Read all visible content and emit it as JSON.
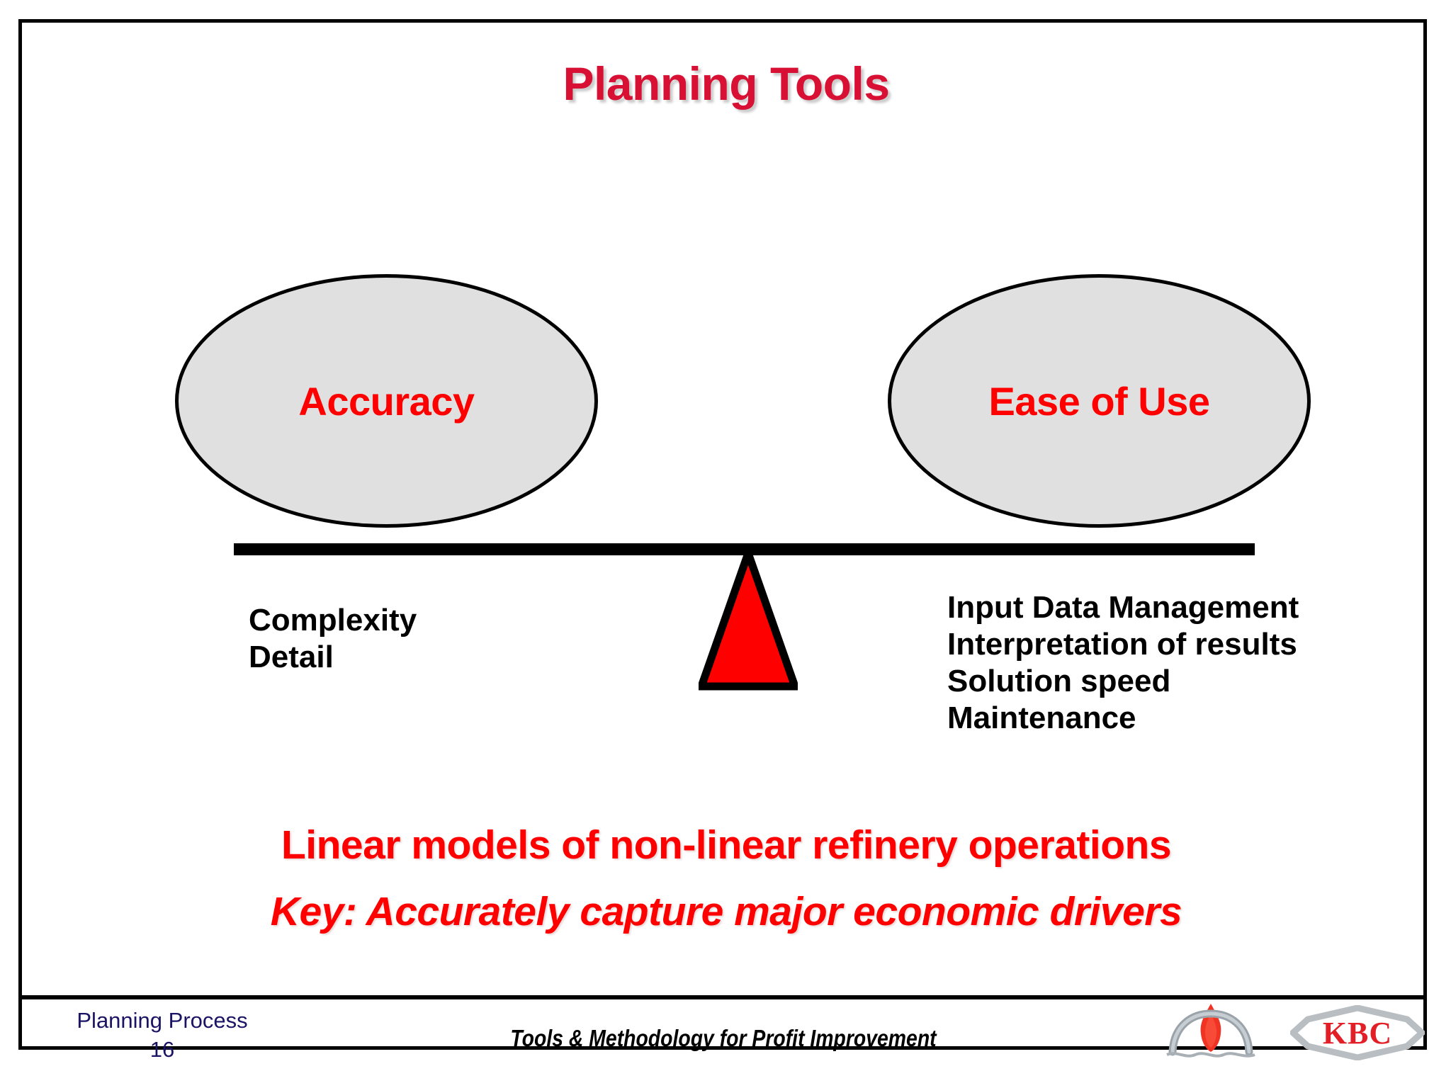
{
  "slide": {
    "title": "Planning Tools",
    "accent_red": "#FF0000",
    "title_red": "#D81034",
    "footer_navy": "#1B1464",
    "ellipse_fill": "#E0E0E0"
  },
  "balance": {
    "left_ellipse_label": "Accuracy",
    "right_ellipse_label": "Ease of Use",
    "fulcrum_color": "#FF0000",
    "beam_color": "#000000",
    "left_attributes": [
      "Complexity",
      "Detail"
    ],
    "right_attributes": [
      "Input Data Management",
      "Interpretation of results",
      "Solution speed",
      "Maintenance"
    ]
  },
  "statements": {
    "line1": "Linear models of non-linear refinery operations",
    "line2": "Key: Accurately capture major economic drivers"
  },
  "footer": {
    "section": "Planning Process",
    "page_number": "16",
    "center_title": "Tools & Methodology for Profit Improvement",
    "logos": {
      "flame_bridge": "flame-bridge-logo",
      "kbc": "KBC"
    }
  }
}
